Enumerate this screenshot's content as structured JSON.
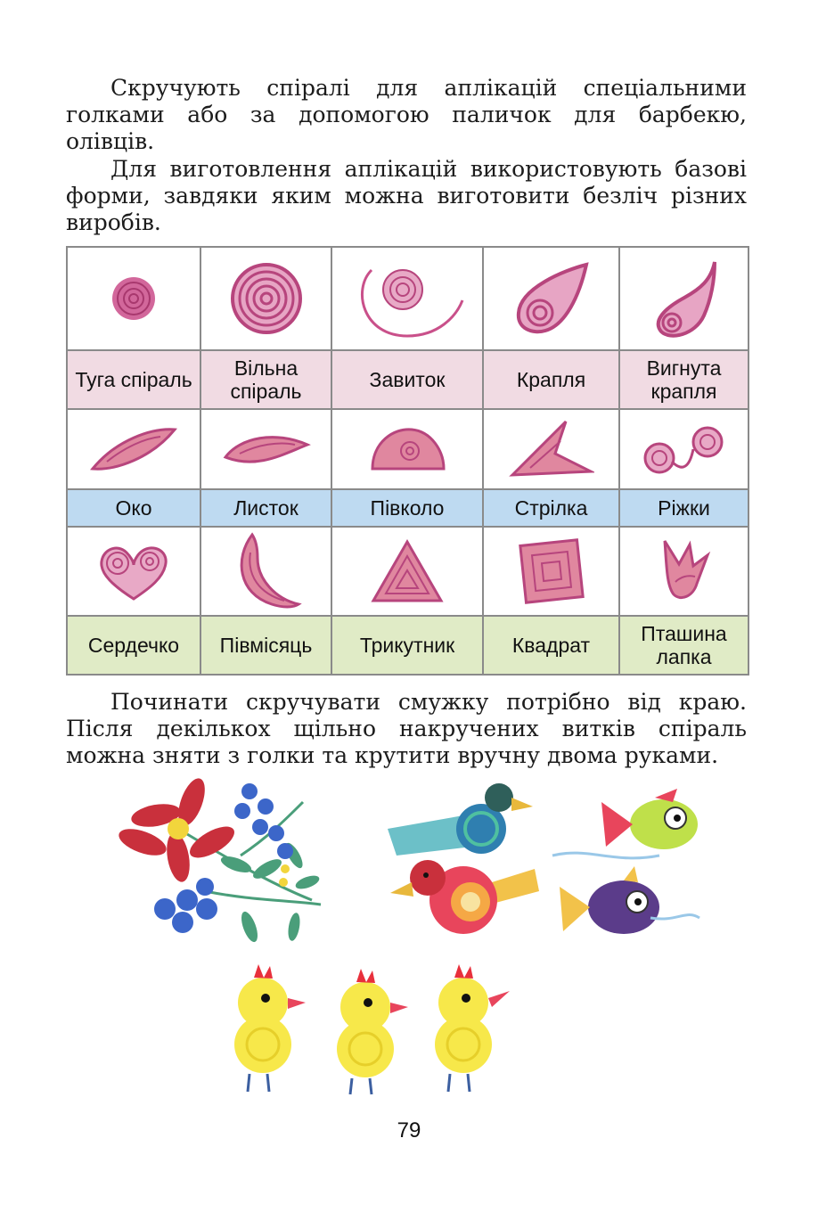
{
  "paragraphs": {
    "p1": "Скручують спіралі для аплікацій спеціальними голками або за допомогою паличок для барбекю, олівців.",
    "p2": "Для виготовлення аплікацій використовують базові форми, завдяки яким можна виготовити безліч різних виробів.",
    "p3": "Починати скручувати смужку потрібно від краю. Після декількох щільно накручених витків спіраль можна зняти з голки та крутити вручну двома руками."
  },
  "table": {
    "row1": [
      "Туга спіраль",
      "Вільна спіраль",
      "Завиток",
      "Крапля",
      "Вигнута крапля"
    ],
    "row2": [
      "Око",
      "Листок",
      "Півколо",
      "Стрілка",
      "Ріжки"
    ],
    "row3": [
      "Сердечко",
      "Півмісяць",
      "Трикутник",
      "Квадрат",
      "Пташина лапка"
    ]
  },
  "colors": {
    "shape": "#c9508a",
    "row1_bg": "#f1dbe3",
    "row2_bg": "#bedaf1",
    "row3_bg": "#e0ebc6",
    "border": "#8a8a8a"
  },
  "page_number": "79"
}
